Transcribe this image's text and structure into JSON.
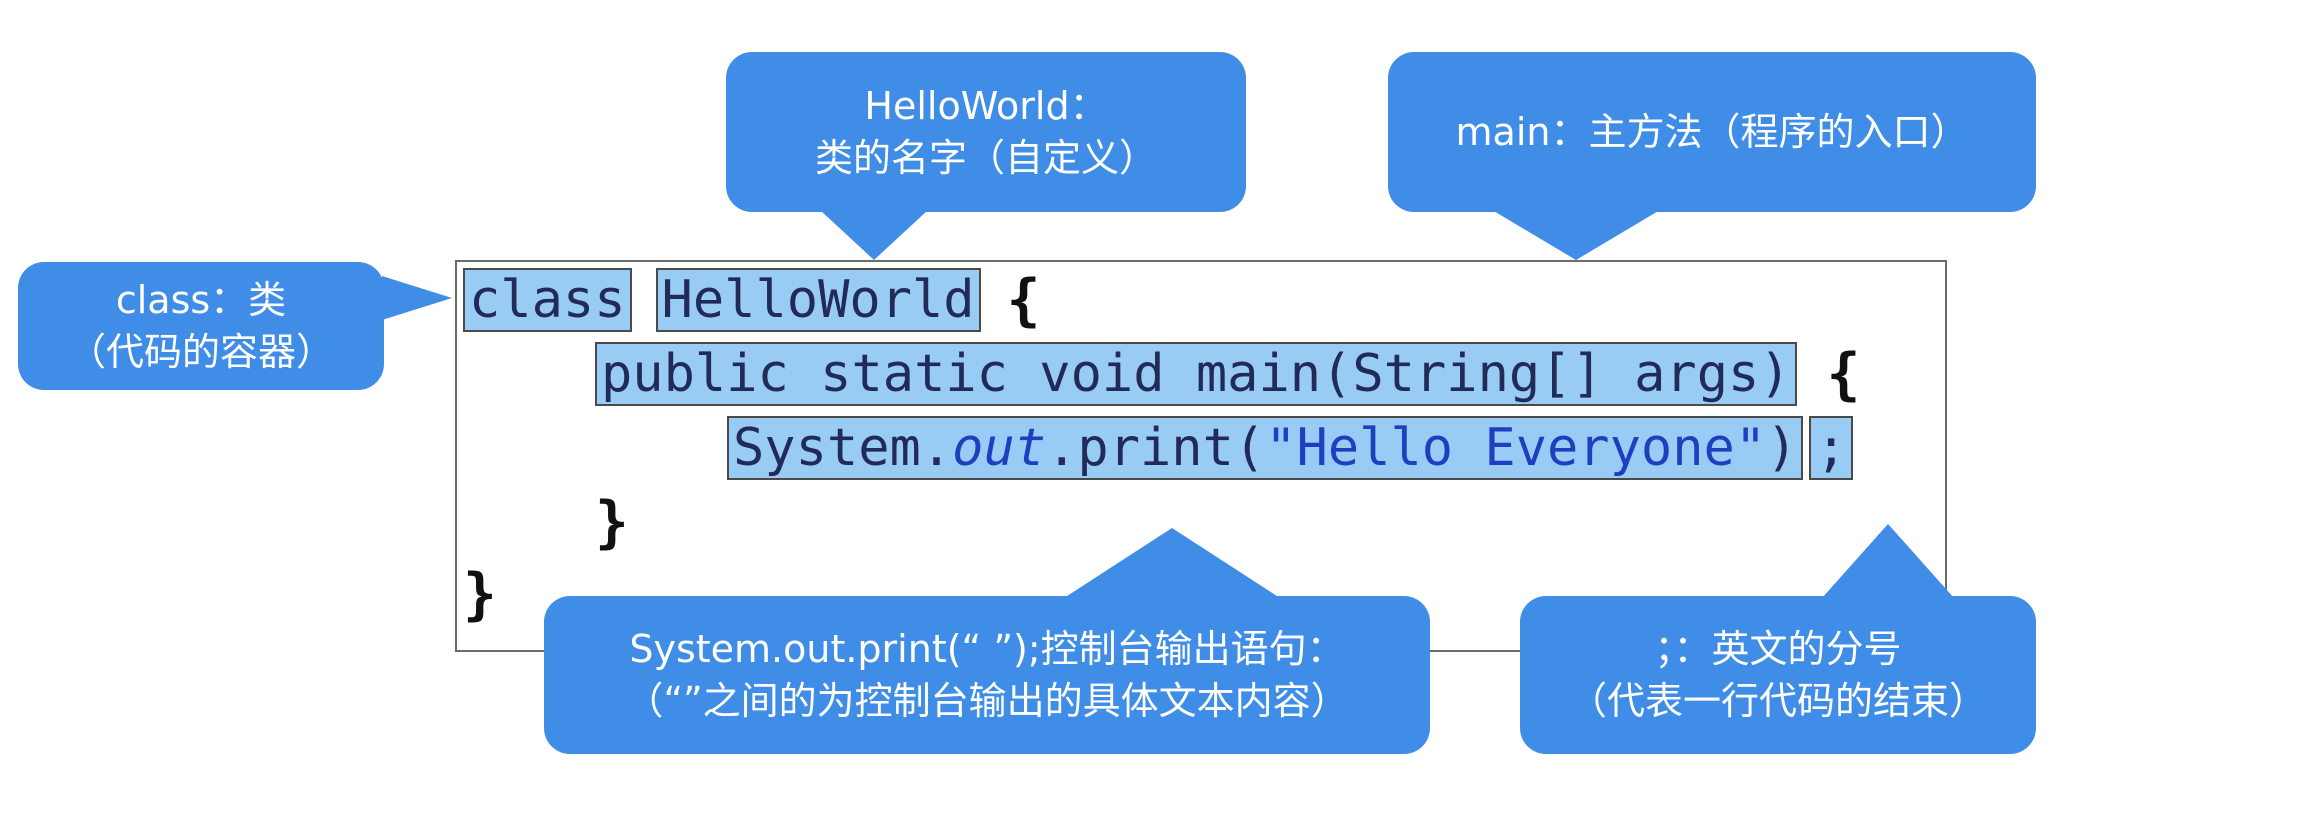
{
  "code": {
    "line1": {
      "kw1": "class",
      "name": "HelloWorld",
      "brace": "{"
    },
    "line2": {
      "sig": "public static void main(String[] args)",
      "brace": "{"
    },
    "line3": {
      "pre": "System.",
      "out": "out",
      "mid": ".print(",
      "str": "\"Hello Everyone\"",
      "post": ")",
      "semi": ";"
    },
    "line4": {
      "brace": "}"
    },
    "line5": {
      "brace": "}"
    }
  },
  "callouts": {
    "class": {
      "line1": "class：类",
      "line2": "（代码的容器）"
    },
    "helloworld": {
      "line1": "HelloWorld：",
      "line2": "类的名字（自定义）"
    },
    "main": {
      "line1": "main：主方法（程序的入口）"
    },
    "print": {
      "line1": "System.out.print(“ ”);控制台输出语句：",
      "line2": "（“”之间的为控制台输出的具体文本内容）"
    },
    "semicolon": {
      "line1": "；：英文的分号",
      "line2": "（代表一行代码的结束）"
    }
  },
  "colors": {
    "callout_bg": "#3f8de6",
    "highlight": "#99ccf5"
  }
}
